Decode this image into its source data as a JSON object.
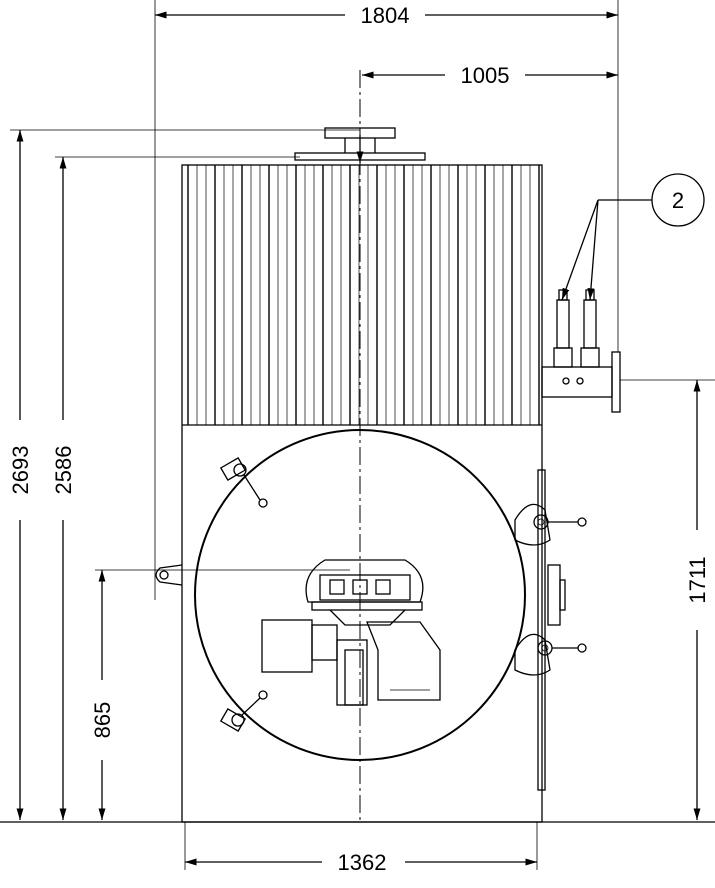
{
  "dimensions": {
    "overall_width": "1804",
    "center_offset": "1005",
    "overall_height": "2693",
    "body_height": "2586",
    "burner_height": "865",
    "connection_height": "1711",
    "shell_width": "1362"
  },
  "callout": {
    "number": "2"
  }
}
